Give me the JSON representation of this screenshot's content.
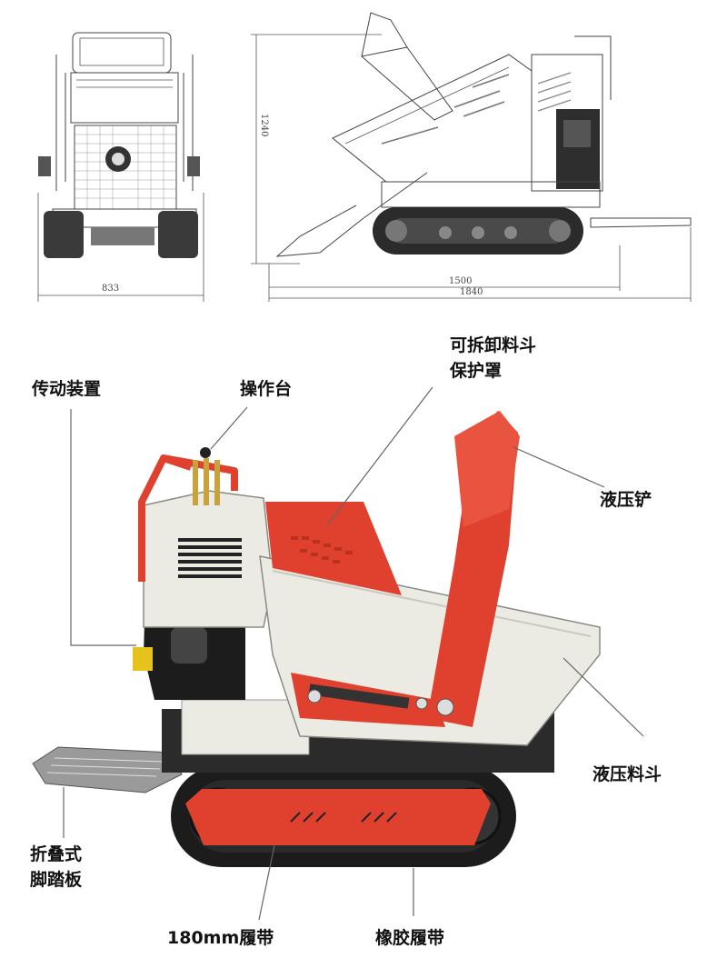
{
  "drawing": {
    "front_width": "833",
    "side_height": "1240",
    "track_length": "1500",
    "total_length": "1840"
  },
  "labels": {
    "transmission": "传动装置",
    "console": "操作台",
    "hopper_cover_line1": "可拆卸料斗",
    "hopper_cover_line2": "保护罩",
    "hydraulic_shovel": "液压铲",
    "hydraulic_hopper": "液压料斗",
    "folding_pedal_line1": "折叠式",
    "folding_pedal_line2": "脚踏板",
    "track_180": "180mm履带",
    "rubber_track": "橡胶履带"
  },
  "colors": {
    "accent_red": "#e0402e",
    "body_white": "#ecebe3",
    "engine_black": "#1c1c1c"
  }
}
